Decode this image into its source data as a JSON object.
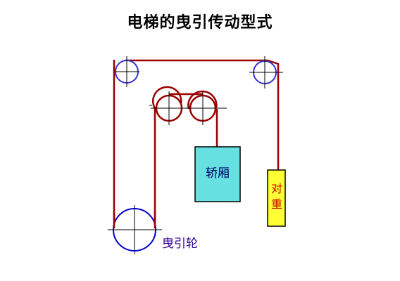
{
  "title": "电梯的曳引传动型式",
  "labels": {
    "car": "轿厢",
    "counterweight_line1": "对",
    "counterweight_line2": "重",
    "traction_sheave": "曳引轮"
  },
  "colors": {
    "rope": "#990000",
    "pulley": "#3333cc",
    "sheave_outline": "#0000cc",
    "car_fill": "#66e0e0",
    "counterweight_fill": "#ffff33",
    "car_text": "#000066",
    "counterweight_text": "#cc0000",
    "sheave_label": "#330099",
    "centerline": "#000000"
  }
}
